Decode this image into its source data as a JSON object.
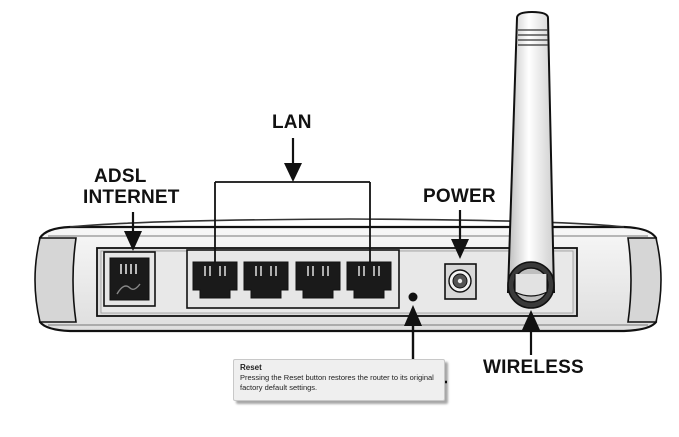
{
  "labels": {
    "lan": "LAN",
    "adsl": "ADSL",
    "internet": "INTERNET",
    "power": "POWER",
    "wireless": "WIRELESS"
  },
  "reset_callout": {
    "title": "Reset",
    "text": "Pressing the Reset button restores the router to its original factory default settings."
  },
  "colors": {
    "outline": "#111111",
    "body_fill": "#e9e9e9",
    "panel_fill": "#dcdcdc",
    "port_fill": "#1a1a1a",
    "callout_fill": "#efefef"
  },
  "ports": {
    "adsl_count": 1,
    "lan_count": 4
  }
}
